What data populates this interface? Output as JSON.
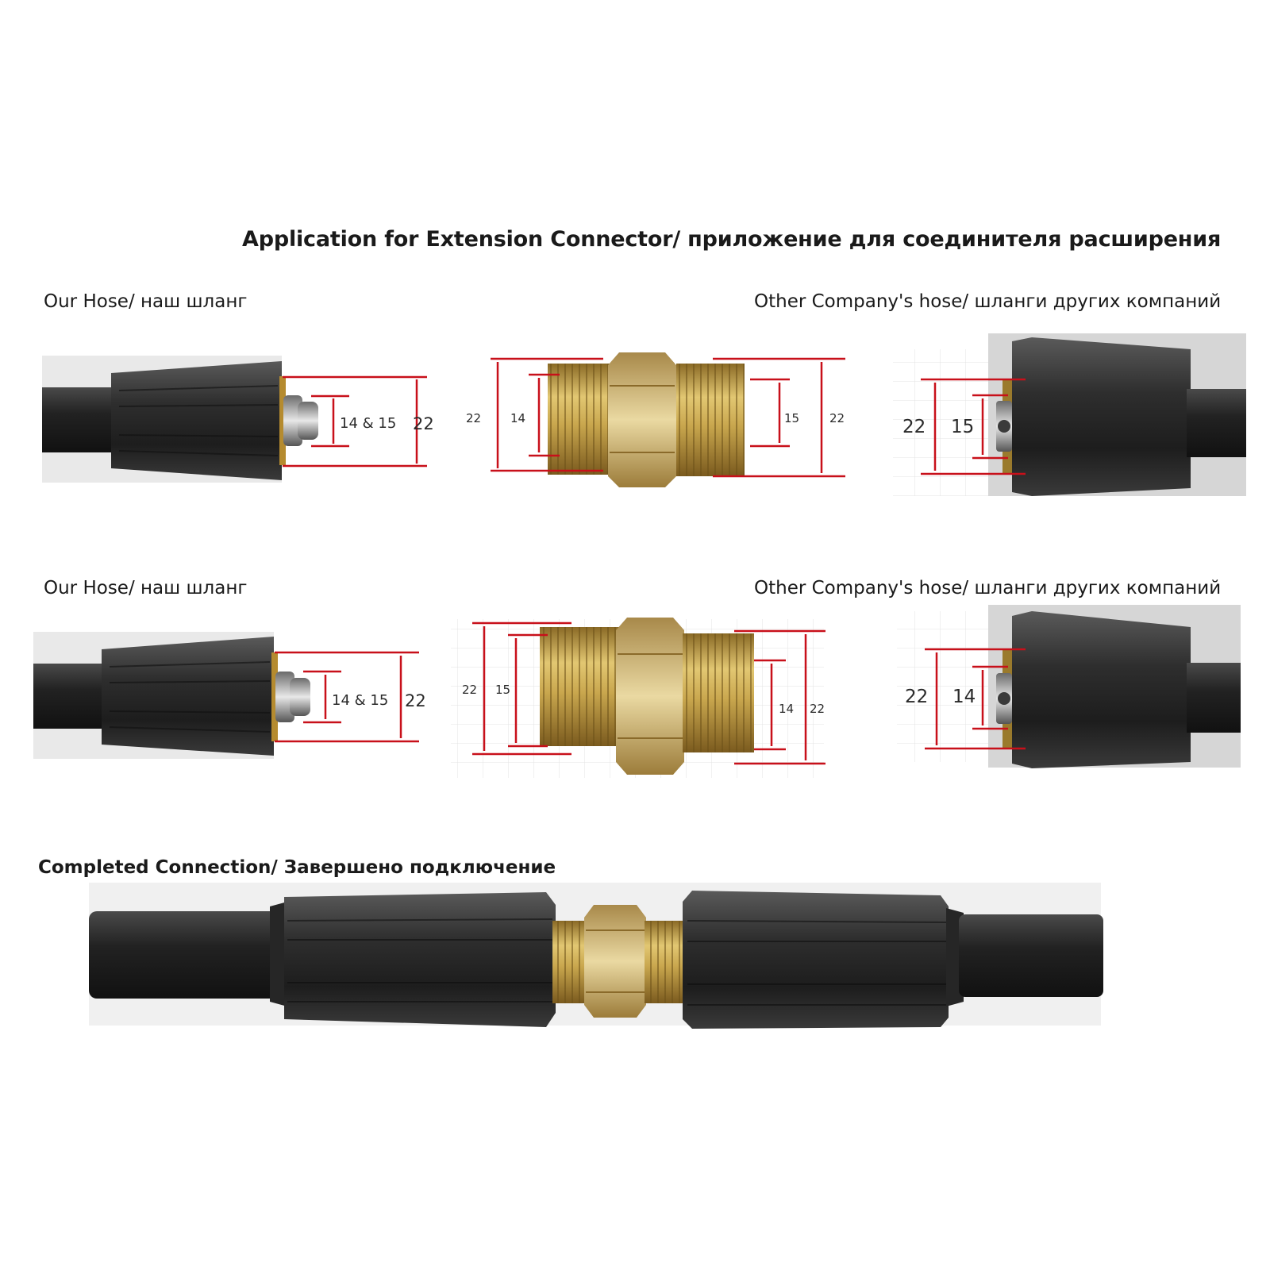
{
  "title": "Application for Extension Connector/ приложение для соединителя расширения",
  "rows": [
    {
      "our_label": "Our Hose/ наш шланг",
      "other_label": "Other Company's hose/ шланги других компаний",
      "our_dims": {
        "inner": "14 & 15",
        "outer": "22"
      },
      "connector_dims": {
        "left_outer": "22",
        "left_inner": "14",
        "right_inner": "15",
        "right_outer": "22"
      },
      "other_dims": {
        "outer": "22",
        "inner": "15"
      }
    },
    {
      "our_label": "Our Hose/ наш шланг",
      "other_label": "Other Company's hose/ шланги других компаний",
      "our_dims": {
        "inner": "14 & 15",
        "outer": "22"
      },
      "connector_dims": {
        "left_outer": "22",
        "left_inner": "15",
        "right_inner": "14",
        "right_outer": "22"
      },
      "other_dims": {
        "outer": "22",
        "inner": "14"
      }
    }
  ],
  "completed_label": "Completed Connection/ Завершено подключение",
  "colors": {
    "dimension_line": "#c8101a",
    "brass": "#c9a74e",
    "rubber": "#2b2b2b"
  }
}
